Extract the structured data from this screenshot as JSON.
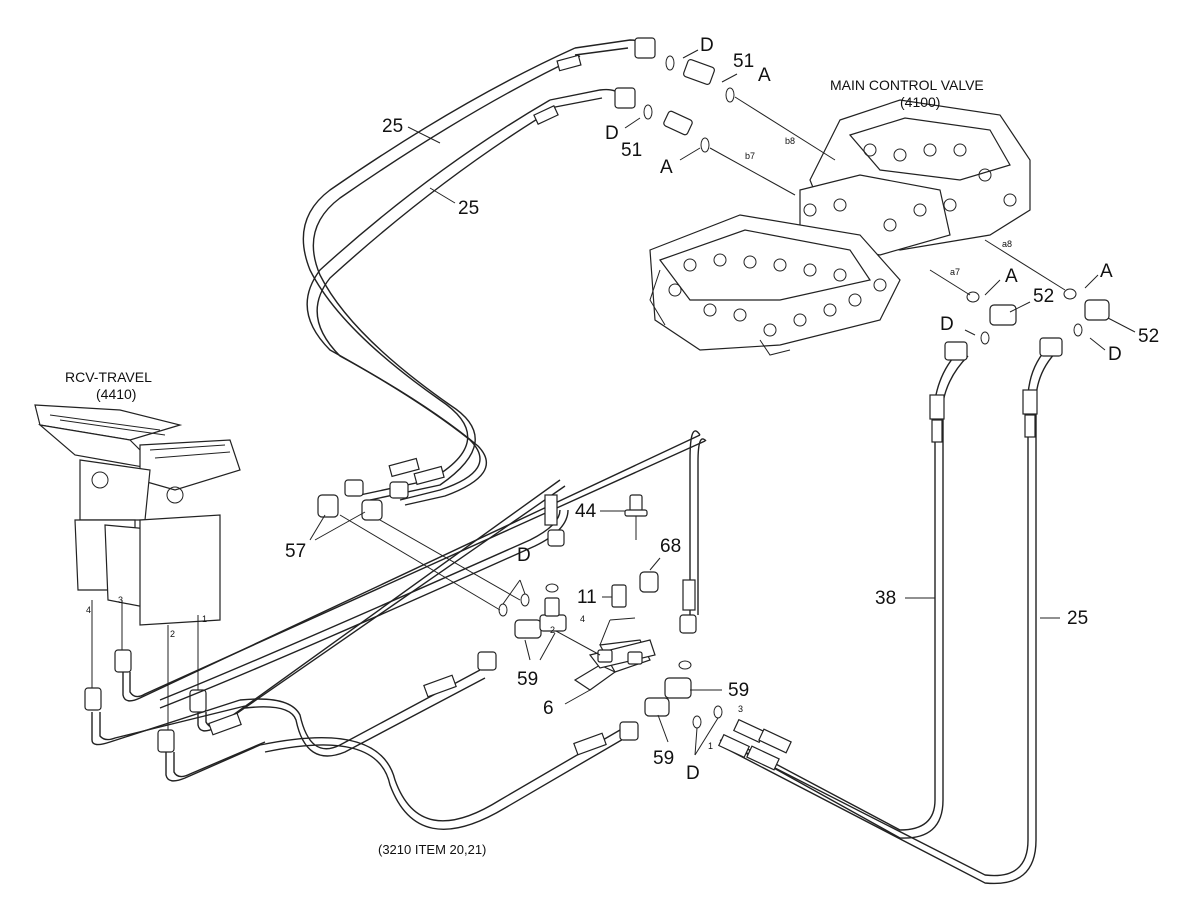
{
  "diagram": {
    "titles": {
      "main_control_valve": "MAIN CONTROL VALVE",
      "main_control_valve_code": "(4100)",
      "rcv_travel": "RCV-TRAVEL",
      "rcv_travel_code": "(4410)",
      "reference": "(3210 ITEM 20,21)"
    },
    "callouts": {
      "d_top": "D",
      "n51_top": "51",
      "a_top": "A",
      "d_mid": "D",
      "n51_mid": "51",
      "a_mid": "A",
      "n25_left": "25",
      "n25_mid": "25",
      "a_right1": "A",
      "a_right2": "A",
      "n52_left": "52",
      "n52_right": "52",
      "d_right1": "D",
      "d_right2": "D",
      "n44": "44",
      "n68": "68",
      "n11": "11",
      "d_center": "D",
      "n57": "57",
      "n59_left": "59",
      "n59_right": "59",
      "n6": "6",
      "n59_bottom": "59",
      "d_bottom": "D",
      "n38": "38",
      "n25_right": "25"
    },
    "port_labels": {
      "b8": "b8",
      "b7": "b7",
      "a8": "a8",
      "a7": "a7",
      "rcv1": "1",
      "rcv2": "2",
      "rcv3": "3",
      "rcv4": "4",
      "blk2": "2",
      "blk4": "4",
      "out3": "3",
      "out1": "1"
    }
  }
}
